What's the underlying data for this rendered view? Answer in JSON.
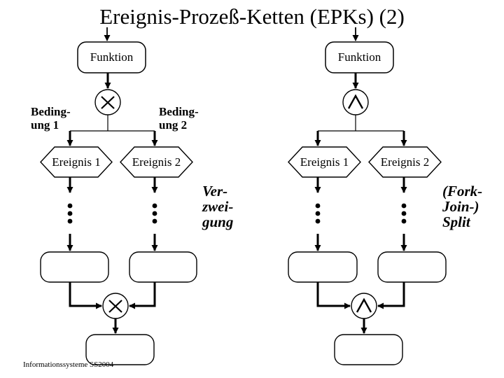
{
  "title": "Ereignis-Prozeß-Ketten (EPKs) (2)",
  "left_diagram": {
    "function": "Funktion",
    "split_operator": "xor",
    "join_operator": "xor",
    "condition_1": "Beding-\nung 1",
    "condition_2": "Beding-\nung 2",
    "event_1": "Ereignis 1",
    "event_2": "Ereignis 2"
  },
  "right_diagram": {
    "function": "Funktion",
    "split_operator": "and",
    "join_operator": "and",
    "event_1": "Ereignis 1",
    "event_2": "Ereignis 2"
  },
  "annotations": {
    "verzweigung": "Ver-\nzwei-\ngung",
    "fork_join_split": "(Fork-\nJoin-)\nSplit"
  },
  "footer": "Informationssysteme SS2004",
  "colors": {
    "ink": "#000000",
    "background": "#ffffff"
  }
}
